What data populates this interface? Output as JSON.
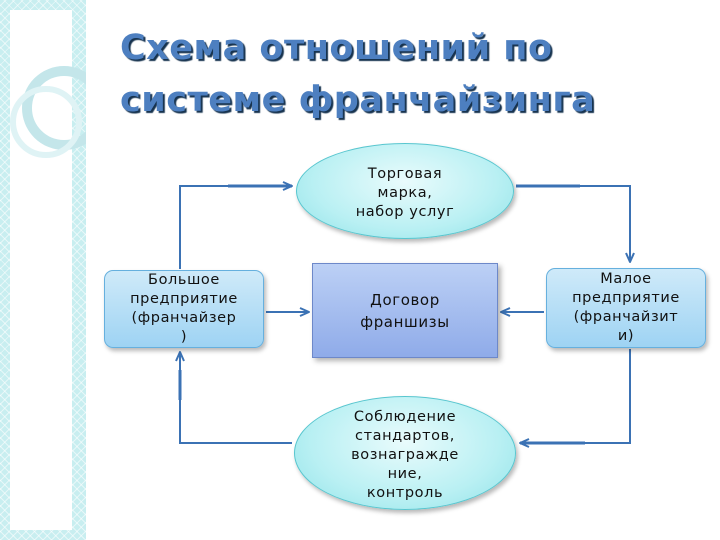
{
  "title": "Схема отношений по\nсистеме франчайзинга",
  "nodes": {
    "top": [
      "Торговая",
      "марка,",
      "набор услуг"
    ],
    "left": [
      "Большое",
      "предприятие",
      "(франчайзер",
      ")"
    ],
    "right": [
      "Малое",
      "предприятие",
      "(франчайзит",
      "и)"
    ],
    "center": [
      "Договор",
      "франшизы"
    ],
    "bottom": [
      "Соблюдение",
      "стандартов,",
      "вознагражде",
      "ние,",
      "контроль"
    ]
  },
  "colors": {
    "title": "#4d7fc0",
    "arrow": "#3b72b4",
    "ellipse_fill": "#b9f0f3",
    "box_fill": "#9ed3f3",
    "center_fill": "#8fabe9"
  }
}
